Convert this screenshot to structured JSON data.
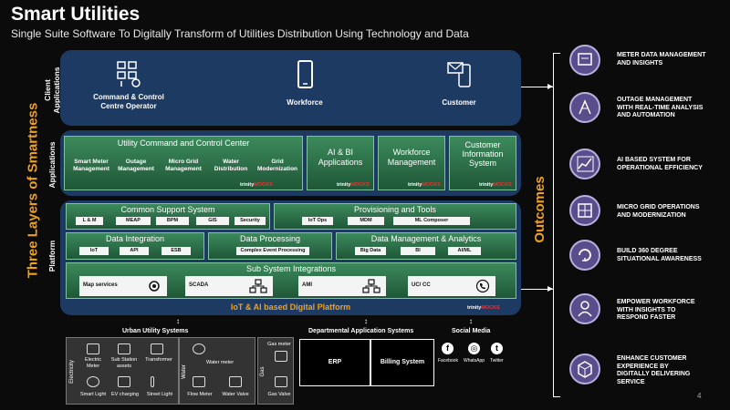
{
  "title": "Smart Utilities",
  "subtitle": "Single Suite Software To Digitally Transform of Utilities Distribution Using Technology and Data",
  "left_label": "Three Layers of Smartness",
  "layer_labels": {
    "client": "Client\nApplications",
    "applications": "Applications",
    "platform": "Platform"
  },
  "client_apps": [
    {
      "label": "Command & Control\nCentre Operator",
      "icon": "control-panel-icon"
    },
    {
      "label": "Workforce",
      "icon": "mobile-phone-icon"
    },
    {
      "label": "Customer",
      "icon": "customer-mobile-icon"
    }
  ],
  "applications": {
    "ucc": {
      "title": "Utility Command and Control Center",
      "items": [
        "Smart Meter\nManagement",
        "Outage\nManagement",
        "Micro Grid\nManagement",
        "Water\nDistribution",
        "Grid\nModernization"
      ]
    },
    "ai_bi": "AI & BI\nApplications",
    "workforce": "Workforce\nManagement",
    "cis": "Customer\nInformation\nSystem"
  },
  "brand": {
    "prefix": "trinity",
    "suffix": "MOCKS"
  },
  "platform": {
    "common_support": {
      "title": "Common Support System",
      "chips": [
        "L & M",
        "MEAP",
        "BPM",
        "GIS",
        "Security"
      ]
    },
    "provisioning": {
      "title": "Provisioning and Tools",
      "chips": [
        "IoT Ops",
        "MDM",
        "ML Composer"
      ]
    },
    "data_integration": {
      "title": "Data Integration",
      "chips": [
        "IoT",
        "API",
        "ESB"
      ]
    },
    "data_processing": {
      "title": "Data Processing",
      "chips": [
        "Complex Event Processing"
      ]
    },
    "data_mgmt": {
      "title": "Data Management & Analytics",
      "chips": [
        "Big Data",
        "BI",
        "AI/ML"
      ]
    },
    "subsystem": {
      "title": "Sub System Integrations",
      "items": [
        "Map services",
        "SCADA",
        "AMI",
        "UC/ CC"
      ]
    },
    "footer": "IoT & AI based Digital Platform"
  },
  "outcomes_label": "Outcomes",
  "outcomes": [
    {
      "text": "METER DATA MANAGEMENT\nAND INSIGHTS",
      "icon": "meter-icon"
    },
    {
      "text": "OUTAGE MANAGEMENT\nWITH REAL-TIME ANALYSIS\nAND AUTOMATION",
      "icon": "outage-icon"
    },
    {
      "text": "AI BASED SYSTEM FOR\nOPERATIONAL EFFICIENCY",
      "icon": "ai-chart-icon"
    },
    {
      "text": "MICRO GRID OPERATIONS\nAND MODERNIZATION",
      "icon": "grid-icon"
    },
    {
      "text": "BUILD 360 DEGREE\nSITUATIONAL AWARENESS",
      "icon": "refresh-icon"
    },
    {
      "text": "EMPOWER WORKFORCE\nWITH INSIGHTS TO\nRESPOND FASTER",
      "icon": "worker-icon"
    },
    {
      "text": "ENHANCE CUSTOMER\nEXPERIENCE BY\nDIGITALLY DELIVERING\nSERVICE",
      "icon": "box-icon"
    }
  ],
  "urban": {
    "title": "Urban Utility Systems",
    "electricity_label": "Electricity",
    "water_label": "Water",
    "gas_label": "Gas",
    "electricity": [
      "Electric\nMeter",
      "Sub Station\nassets",
      "Transformer",
      "Smart Light",
      "EV charging",
      "Street Light"
    ],
    "water": [
      "Water meter",
      "Flow Meter",
      "Water Valve"
    ],
    "gas": [
      "Gas meter",
      "Gas Valve"
    ]
  },
  "departmental": {
    "title": "Departmental Application Systems",
    "items": [
      "ERP",
      "Billing System"
    ]
  },
  "social": {
    "title": "Social Media",
    "items": [
      "Facebook",
      "WhatsApp",
      "Twitter"
    ],
    "glyphs": [
      "f",
      "◎",
      "t"
    ]
  },
  "page_number": "4",
  "colors": {
    "accent": "#f0a11a",
    "panel": "#1d3a63",
    "green": "#2e7a4e",
    "outcome": "#5a4d8c"
  }
}
